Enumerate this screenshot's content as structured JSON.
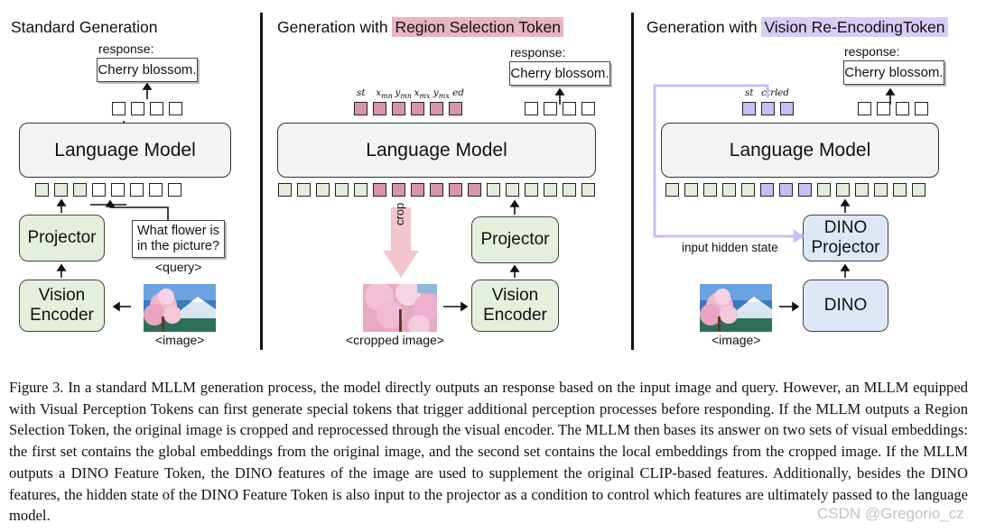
{
  "panels": {
    "standard": {
      "title": "Standard Generation",
      "response_label": "response:",
      "response_text": "Cherry blossom.",
      "language_model": "Language Model",
      "projector": "Projector",
      "encoder": "Vision\nEncoder",
      "query_text": "What flower is\nin the picture?",
      "query_tag": "<query>",
      "image_tag": "<image>"
    },
    "region": {
      "title_prefix": "Generation with ",
      "title_highlight": "Region Selection Token",
      "tokens": [
        "st",
        "x_mn",
        "y_mn",
        "x_mx",
        "y_mx",
        "ed"
      ],
      "response_label": "response:",
      "response_text": "Cherry blossom.",
      "language_model": "Language Model",
      "crop_label": "crop",
      "projector": "Projector",
      "encoder": "Vision\nEncoder",
      "image_tag": "<cropped image>"
    },
    "vision": {
      "title_prefix": "Generation with ",
      "title_highlight": "Vision Re-EncodingToken",
      "tokens": [
        "st",
        "ctrl",
        "ed"
      ],
      "response_label": "response:",
      "response_text": "Cherry blossom.",
      "language_model": "Language Model",
      "hidden_state_label": "input hidden state",
      "dino_projector": "DINO\nProjector",
      "dino": "DINO",
      "image_tag": "<image>"
    }
  },
  "colors": {
    "region_highlight": "#e9b5c0",
    "vision_highlight": "#d8cdf5",
    "green_token": "#e2eedb",
    "pink_token": "#d995a6",
    "purple_token": "#c8bcf2",
    "arrow_purple": "#c9bff3"
  },
  "icons": [
    "cherry-blossom-image",
    "up-arrow-icon",
    "left-arrow-icon",
    "right-arrow-icon",
    "crop-arrow-icon"
  ],
  "caption": "Figure 3. In a standard MLLM generation process, the model directly outputs an response based on the input image and query. However, an MLLM equipped with Visual Perception Tokens can first generate special tokens that trigger additional perception processes before responding. If the MLLM outputs a Region Selection Token, the original image is cropped and reprocessed through the visual encoder. The MLLM then bases its answer on two sets of visual embeddings: the first set contains the global embeddings from the original image, and the second set contains the local embeddings from the cropped image. If the MLLM outputs a DINO Feature Token, the DINO features of the image are used to supplement the original CLIP-based features. Additionally, besides the DINO features, the hidden state of the DINO Feature Token is also input to the projector as a condition to control which features are ultimately passed to the language model.",
  "watermark": "CSDN @Gregorio_cz"
}
